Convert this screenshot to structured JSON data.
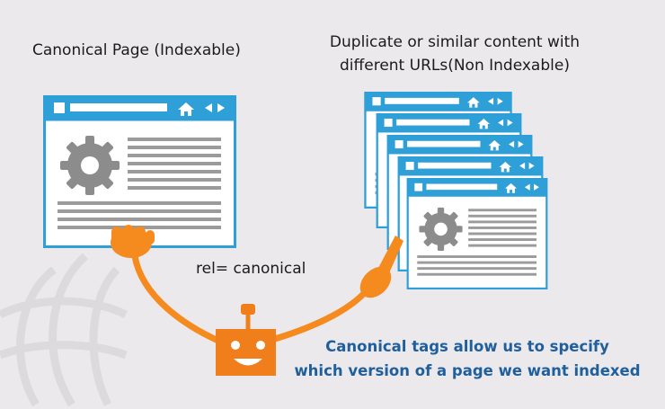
{
  "labels": {
    "canonical_page": "Canonical Page (Indexable)",
    "duplicate_line1": "Duplicate or similar content with",
    "duplicate_line2": "different URLs(Non Indexable)",
    "rel": "rel= canonical"
  },
  "caption": {
    "line1": "Canonical tags allow us to specify",
    "line2": "which version of a page we want indexed"
  },
  "colors": {
    "background": "#ebe9ec",
    "window_border": "#2f9fd8",
    "hand_orange": "#f58a1f",
    "robot_orange": "#f07e1a",
    "caption_blue": "#1f5f9c",
    "gear_gray": "#8c8c8c"
  },
  "icons": [
    "home-icon",
    "arrow-left-icon",
    "arrow-right-icon",
    "gear-icon",
    "robot-icon",
    "pointing-hand-icon"
  ]
}
